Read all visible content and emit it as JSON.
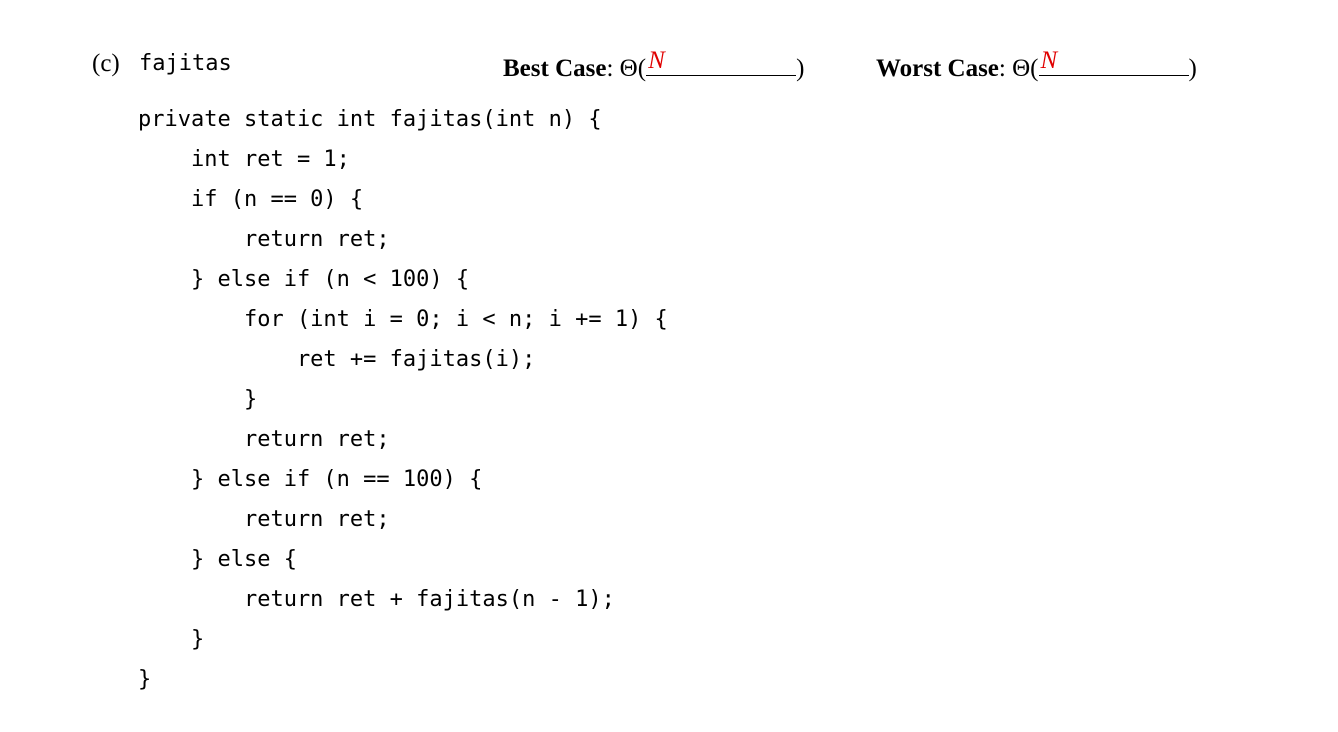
{
  "question": {
    "part_label": "(c)",
    "function_name": "fajitas",
    "best_case": {
      "label": "Best Case",
      "separator": ":",
      "theta_open": "Θ(",
      "answer": "N",
      "theta_close": ")"
    },
    "worst_case": {
      "label": "Worst Case",
      "separator": ":",
      "theta_open": "Θ(",
      "answer": "N",
      "theta_close": ")"
    }
  },
  "code": {
    "lines": [
      "private static int fajitas(int n) {",
      "    int ret = 1;",
      "    if (n == 0) {",
      "        return ret;",
      "    } else if (n < 100) {",
      "        for (int i = 0; i < n; i += 1) {",
      "            ret += fajitas(i);",
      "        }",
      "        return ret;",
      "    } else if (n == 100) {",
      "        return ret;",
      "    } else {",
      "        return ret + fajitas(n - 1);",
      "    }",
      "}"
    ]
  },
  "colors": {
    "answer": "#e00000",
    "text": "#000000"
  }
}
